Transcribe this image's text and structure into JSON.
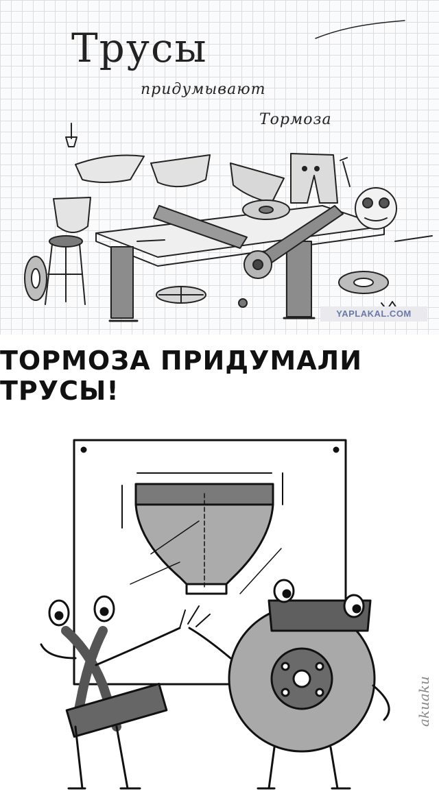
{
  "top_panel": {
    "title_line1": "Трусы",
    "title_line2": "придумывают",
    "title_line3": "Тормоза",
    "watermark": "YAPLAKAL.COM"
  },
  "caption": "ТОРМОЗА ПРИДУМАЛИ ТРУСЫ!",
  "bottom_panel": {
    "signature": "akuaku"
  },
  "colors": {
    "paper": "#fbfbfb",
    "grid": "#d9dde4",
    "ink": "#111111",
    "cartoon_gray": "#a9a9a9",
    "cartoon_dark": "#5f5f5f"
  }
}
